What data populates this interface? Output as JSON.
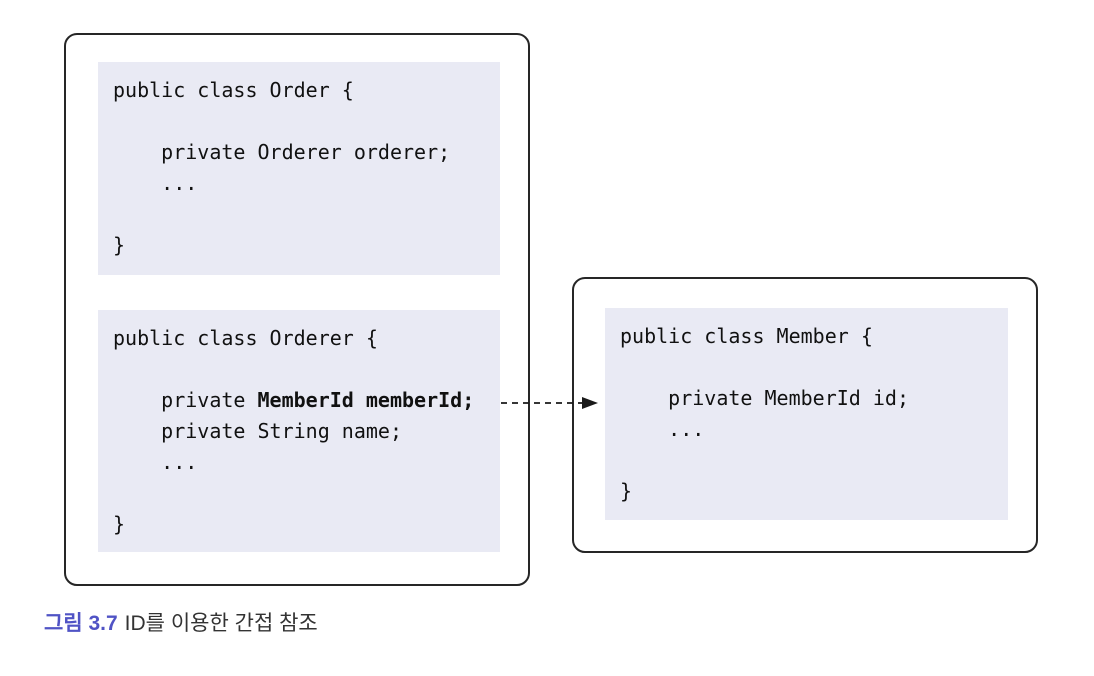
{
  "figure": {
    "caption": {
      "label": "그림 3.7",
      "text": "ID를 이용한 간접 참조"
    }
  },
  "colors": {
    "code_bg": "#e9eaf4",
    "border": "#262626",
    "code_text": "#111111",
    "caption_label": "#5053c5",
    "caption_text": "#333333",
    "arrow": "#1a1a1a"
  },
  "code_blocks": {
    "order": {
      "class_name": "Order",
      "lines": [
        [
          {
            "t": "public class Order {"
          }
        ],
        [],
        [
          {
            "t": "    private Orderer orderer;"
          }
        ],
        [
          {
            "t": "    ..."
          }
        ],
        [],
        [
          {
            "t": "}"
          }
        ]
      ]
    },
    "orderer": {
      "class_name": "Orderer",
      "lines": [
        [
          {
            "t": "public class Orderer {"
          }
        ],
        [],
        [
          {
            "t": "    private "
          },
          {
            "t": "MemberId memberId;",
            "b": true
          }
        ],
        [
          {
            "t": "    private String name;"
          }
        ],
        [
          {
            "t": "    ..."
          }
        ],
        [],
        [
          {
            "t": "}"
          }
        ]
      ]
    },
    "member": {
      "class_name": "Member",
      "lines": [
        [
          {
            "t": "public class Member {"
          }
        ],
        [],
        [
          {
            "t": "    private MemberId id;"
          }
        ],
        [
          {
            "t": "    ..."
          }
        ],
        [],
        [
          {
            "t": "}"
          }
        ]
      ]
    }
  },
  "arrow": {
    "from": "Orderer.memberId",
    "to": "Member",
    "style": "dashed"
  }
}
